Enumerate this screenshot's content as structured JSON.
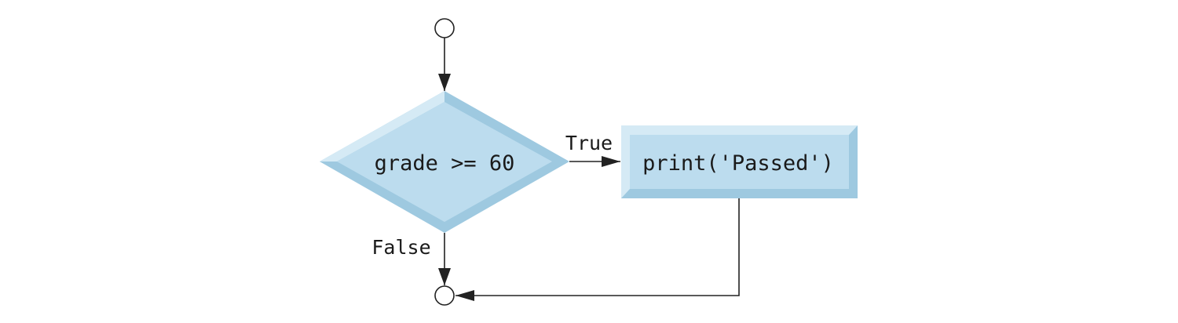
{
  "diagram": {
    "decision_text": "grade >= 60",
    "action_text": "print('Passed')",
    "true_label": "True",
    "false_label": "False"
  },
  "colors": {
    "fill": "#bcdcee",
    "bevel_light": "#d5eaf5",
    "bevel_dark": "#9ec9e0",
    "line": "#222222"
  }
}
